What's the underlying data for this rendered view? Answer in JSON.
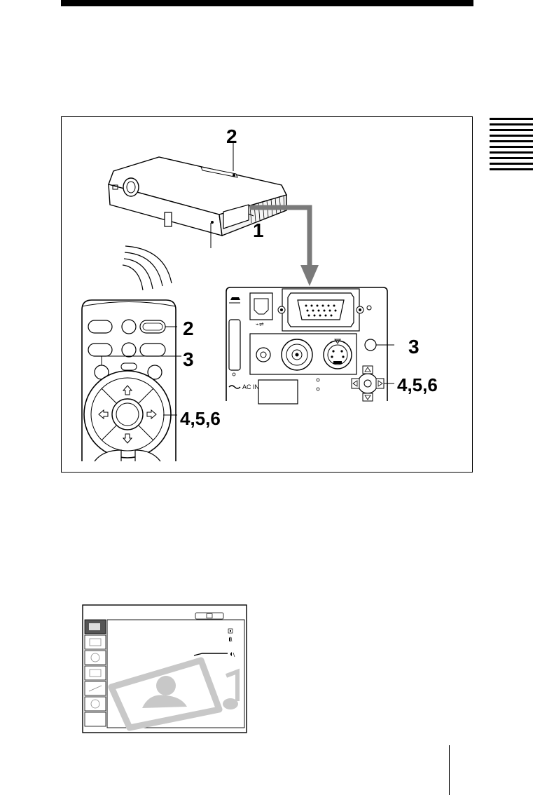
{
  "figure": {
    "callouts": {
      "projector_top": "2",
      "connector": "1",
      "remote_menu": "2",
      "remote_reset": "3",
      "remote_arrows": "4,5,6",
      "panel_reset": "3",
      "panel_arrows": "4,5,6"
    },
    "panel_labels": {
      "ac_in": "AC IN"
    }
  },
  "colors": {
    "arrow": "#7a7a7a",
    "menu_watermark": "#c8c8c8"
  },
  "icons": {
    "side_tab": "striped-tab-icon",
    "menu_mute": "speaker-mute-icon"
  }
}
